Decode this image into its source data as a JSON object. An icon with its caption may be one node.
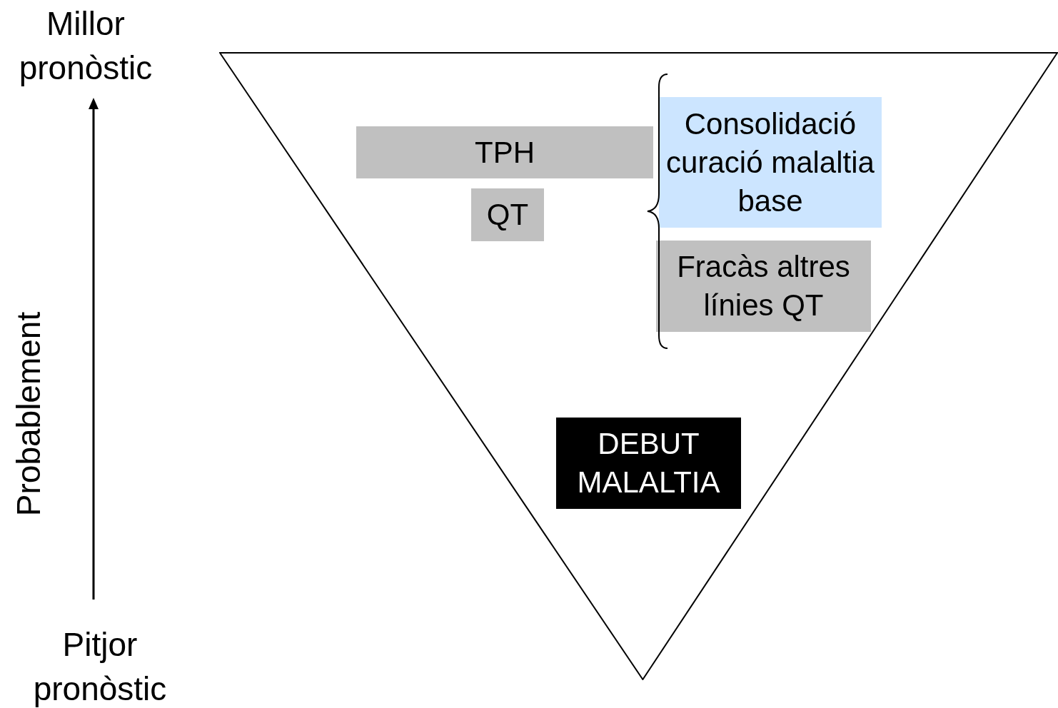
{
  "diagram": {
    "nodes": [
      {
        "text": [],
        "shape": "triangle"
      },
      {
        "text": [
          "TPH"
        ],
        "in": 0
      },
      {
        "text": [
          "QT"
        ],
        "in": 0
      },
      {
        "text": [
          "Consolidació curació malaltia base"
        ],
        "in": 0
      },
      {
        "text": [
          "Fracàs altres línies QT"
        ],
        "in": 0
      },
      {
        "text": [
          "DEBUT MALALTIA"
        ],
        "in": 0
      }
    ],
    "edges": [],
    "labels": [
      "Millor pronòstic",
      "Probablement",
      "Pitjor pronòstic"
    ]
  }
}
